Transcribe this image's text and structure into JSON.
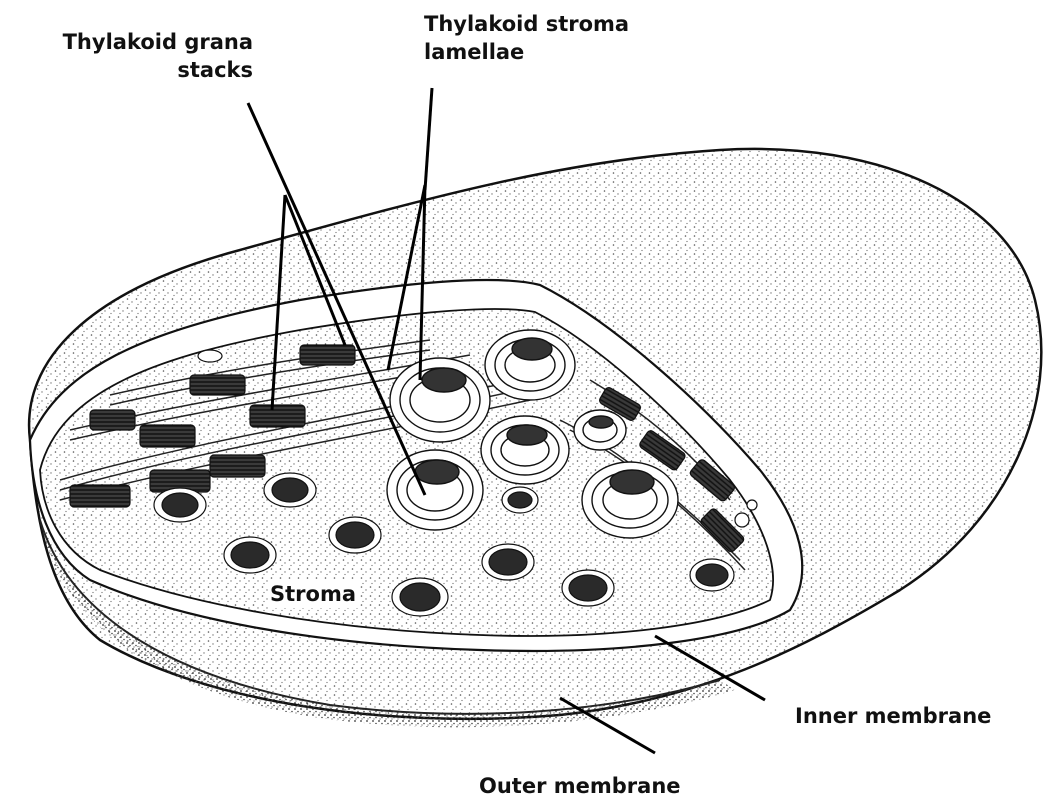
{
  "labels": {
    "grana": {
      "line1": "Thylakoid grana",
      "line2": "stacks"
    },
    "stroma_lamellae": {
      "line1": "Thylakoid stroma",
      "line2": "lamellae"
    },
    "stroma": "Stroma",
    "inner_membrane": "Inner membrane",
    "outer_membrane": "Outer membrane"
  },
  "colors": {
    "ink": "#111111",
    "fill": "#ffffff",
    "stipple": "#6a6a6a",
    "granum": "#2b2b2b"
  }
}
